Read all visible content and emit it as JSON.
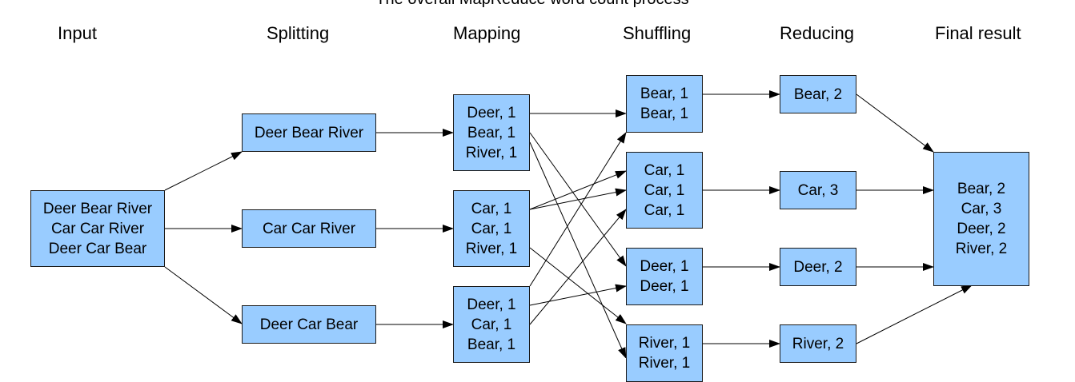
{
  "title": "The overall MapReduce word count process",
  "headers": {
    "input": "Input",
    "splitting": "Splitting",
    "mapping": "Mapping",
    "shuffling": "Shuffling",
    "reducing": "Reducing",
    "final": "Final result"
  },
  "input": {
    "lines": [
      "Deer Bear River",
      "Car Car River",
      "Deer Car Bear"
    ]
  },
  "splits": [
    "Deer Bear River",
    "Car Car River",
    "Deer Car Bear"
  ],
  "mapping": [
    {
      "lines": [
        "Deer, 1",
        "Bear, 1",
        "River, 1"
      ]
    },
    {
      "lines": [
        "Car, 1",
        "Car, 1",
        "River, 1"
      ]
    },
    {
      "lines": [
        "Deer, 1",
        "Car, 1",
        "Bear, 1"
      ]
    }
  ],
  "shuffling": [
    {
      "lines": [
        "Bear, 1",
        "Bear, 1"
      ]
    },
    {
      "lines": [
        "Car, 1",
        "Car, 1",
        "Car, 1"
      ]
    },
    {
      "lines": [
        "Deer, 1",
        "Deer, 1"
      ]
    },
    {
      "lines": [
        "River, 1",
        "River, 1"
      ]
    }
  ],
  "reducing": [
    "Bear, 2",
    "Car, 3",
    "Deer, 2",
    "River, 2"
  ],
  "final": {
    "lines": [
      "Bear, 2",
      "Car, 3",
      "Deer, 2",
      "River, 2"
    ]
  },
  "colors": {
    "box_fill": "#99ccff",
    "box_border": "#1a1a1a",
    "arrow": "#000000"
  }
}
